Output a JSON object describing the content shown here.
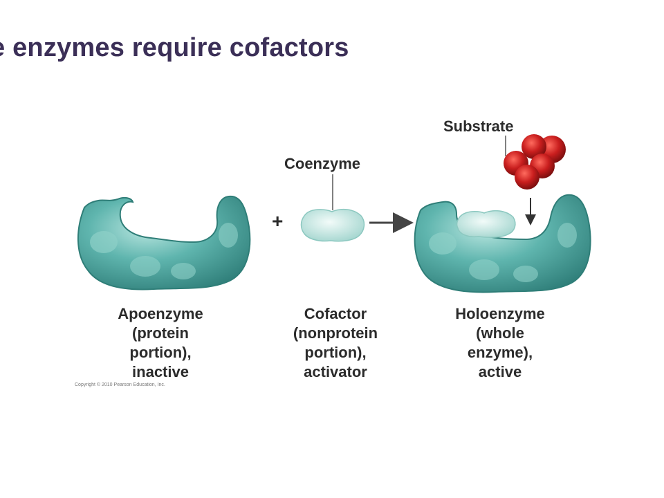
{
  "slide": {
    "title": "e enzymes require cofactors"
  },
  "diagram": {
    "plus_symbol": "+",
    "labels": {
      "substrate": "Substrate",
      "coenzyme": "Coenzyme"
    },
    "captions": {
      "apoenzyme": [
        "Apoenzyme",
        "(protein",
        "portion),",
        "inactive"
      ],
      "cofactor": [
        "Cofactor",
        "(nonprotein",
        "portion),",
        "activator"
      ],
      "holoenzyme": [
        "Holoenzyme",
        "(whole",
        "enzyme),",
        "active"
      ]
    },
    "copyright": "Copyright © 2010 Pearson Education, Inc."
  },
  "colors": {
    "title": "#3b2f57",
    "enzyme": "#4fa9a3",
    "enzyme_highlight": "#a9dcd6",
    "cofactor": "#c9ebe6",
    "substrate": "#c21f1f",
    "text": "#2b2b2b"
  }
}
